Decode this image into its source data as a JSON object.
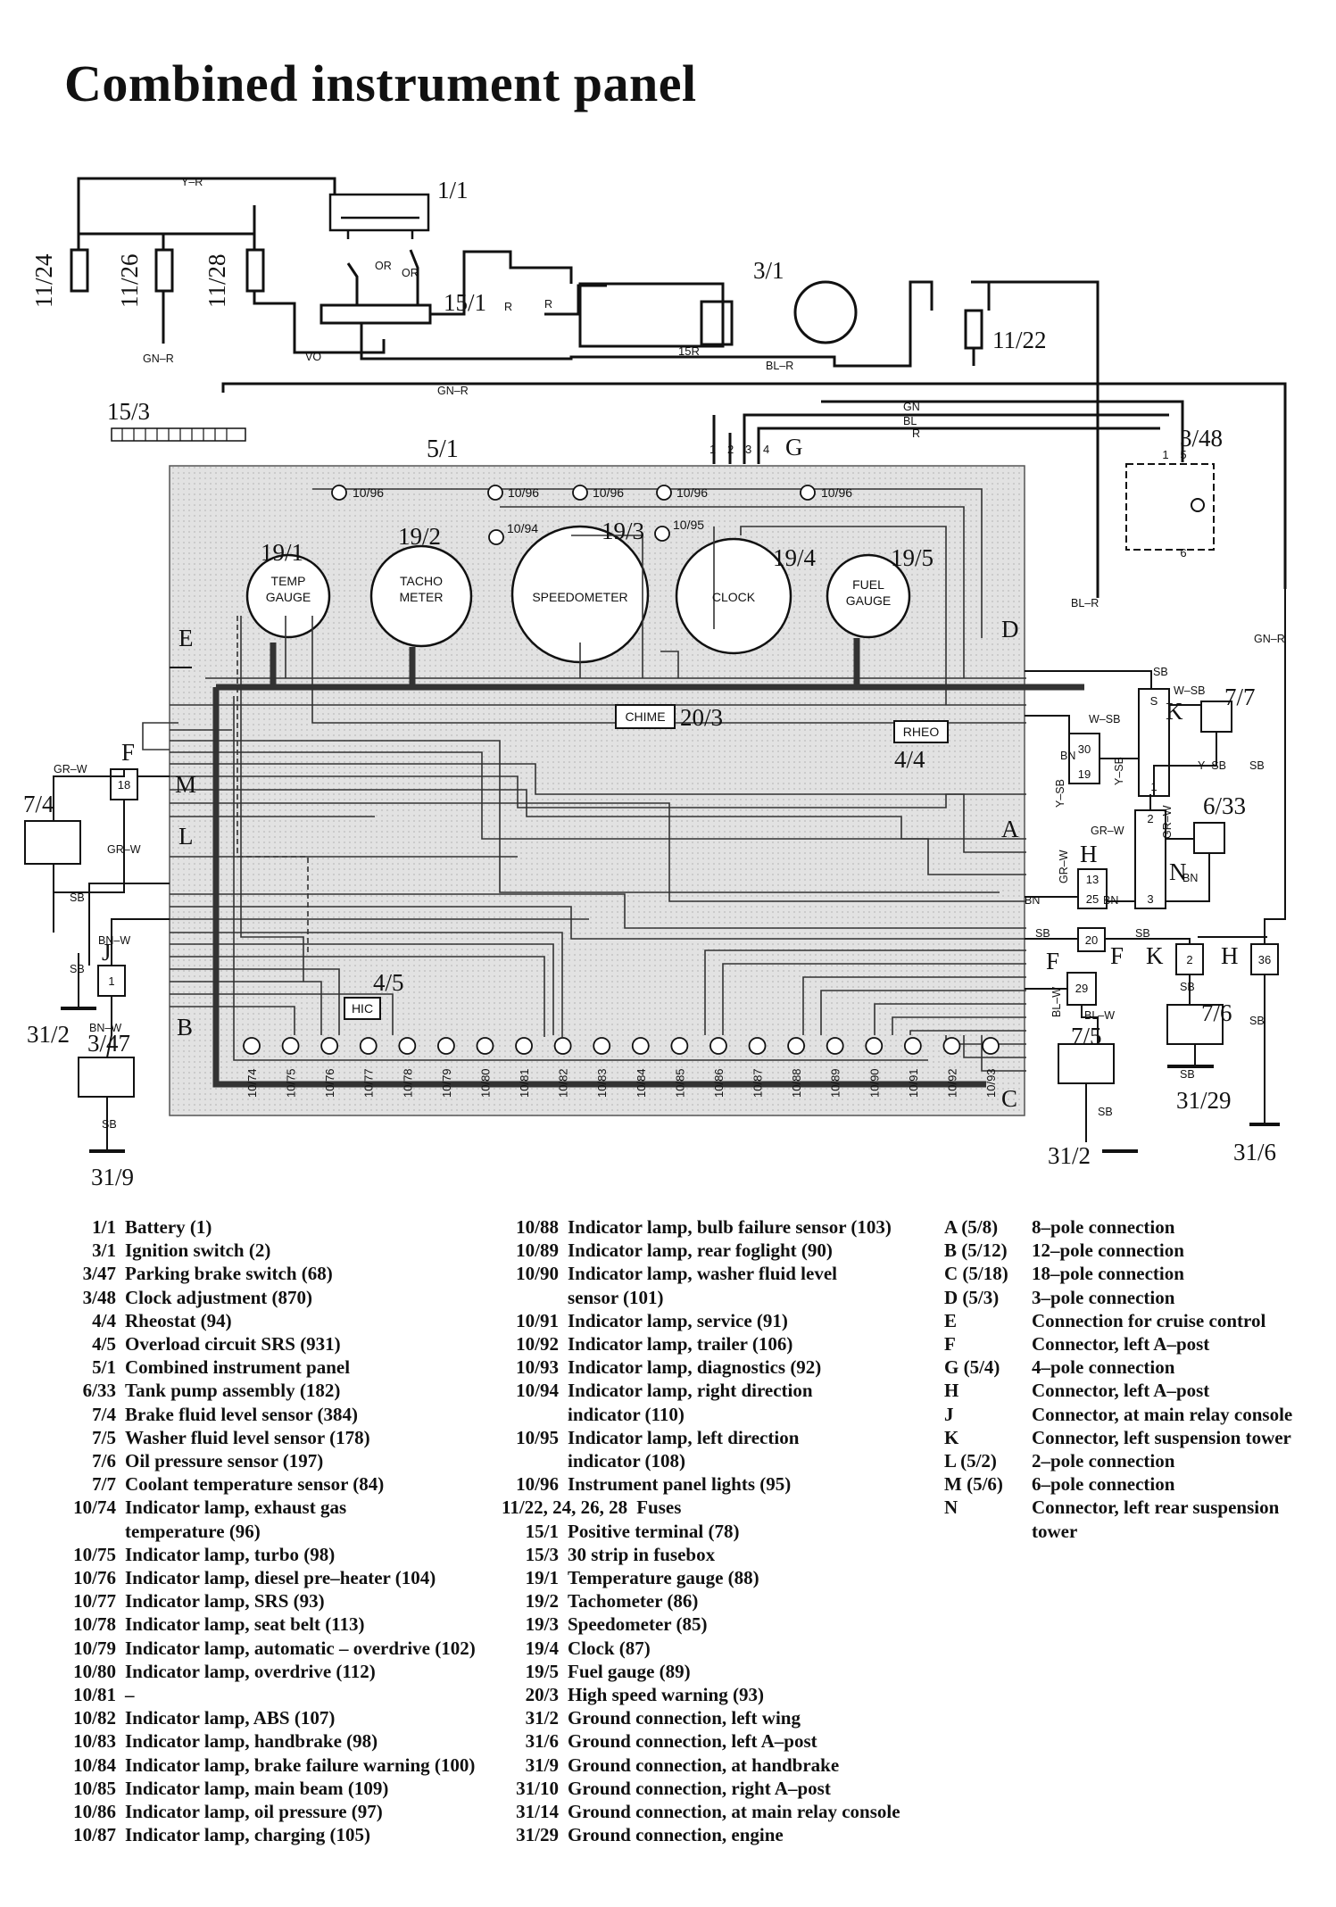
{
  "title": "Combined instrument panel",
  "diagram": {
    "components": {
      "battery": "1/1",
      "ignition": "3/1",
      "positive_terminal": "15/1",
      "strip_30": "15/3",
      "fuse_11_24": "11/24",
      "fuse_11_26": "11/26",
      "fuse_11_28": "11/28",
      "fuse_11_22": "11/22",
      "panel": "5/1",
      "clock_adj": "3/48",
      "brake_fluid": "7/4",
      "parking_brake": "3/47",
      "coolant": "7/7",
      "tank_pump": "6/33",
      "oil_pressure": "7/6",
      "washer": "7/5",
      "rheo_num": "4/4",
      "srs_num": "4/5",
      "chime_num": "20/3",
      "g_temp": "19/1",
      "g_tacho": "19/2",
      "g_speed": "19/3",
      "g_clock": "19/4",
      "g_fuel": "19/5",
      "gnd_left_wing_a": "31/2",
      "gnd_left_wing_b": "31/2",
      "gnd_handbrake": "31/9",
      "gnd_engine": "31/29",
      "gnd_left_apost": "31/6",
      "ign_15r": "15R"
    },
    "gauges": {
      "temp": "TEMP GAUGE",
      "tacho": "TACHO METER",
      "speed": "SPEEDOMETER",
      "clock": "CLOCK",
      "fuel": "FUEL GAUGE"
    },
    "boxes": {
      "chime": "CHIME",
      "rheo": "RHEO",
      "hic": "HIC"
    },
    "wires": {
      "y_r": "Y–R",
      "or1": "OR",
      "or2": "OR",
      "vo": "VO",
      "r1": "R",
      "r2": "R",
      "bl_r_top": "BL–R",
      "gn_r_left": "GN–R",
      "gn_r_top": "GN–R",
      "gn": "GN",
      "bl": "BL",
      "r3": "R",
      "bl_r_right": "BL–R",
      "gn_r_right": "GN–R",
      "gr_w1": "GR–W",
      "gr_w2": "GR–W",
      "sb1": "SB",
      "sb2": "SB",
      "bn_w": "BN–W",
      "bn_w2": "BN–W",
      "sb3": "SB",
      "sb_top": "SB",
      "w_sb1": "W–SB",
      "w_sb2": "W–SB",
      "y_sb1": "Y–SB",
      "y_sb2": "Y–SB",
      "y_sb3": "Y–SB",
      "gr_w3": "GR–W",
      "gr_w4": "GR–W",
      "bn1": "BN",
      "bn2": "BN",
      "bn3": "BN",
      "bn4": "BN",
      "sb4": "SB",
      "sb5": "SB",
      "bl_w": "BL–W",
      "bl_w2": "BL–W",
      "sb6": "SB",
      "sb7": "SB",
      "sb8": "SB",
      "sb9": "SB",
      "sb10": "SB"
    },
    "connectors": {
      "E": "E",
      "F": "F",
      "M": "M",
      "L": "L",
      "J": "J",
      "B": "B",
      "C": "C",
      "D": "D",
      "A": "A",
      "G": "G",
      "H": "H",
      "K": "K",
      "N": "N"
    },
    "small_boxes": {
      "f18": "18",
      "j1": "1",
      "c30": "30",
      "c19": "19",
      "c13": "13",
      "c25": "25",
      "c20": "20",
      "c29": "29",
      "k2": "2",
      "h36": "36",
      "ks": "S",
      "k1": "1",
      "n2": "2",
      "n3": "3",
      "cl1": "1",
      "cl5": "5",
      "cl6": "6"
    },
    "lamps_top": [
      "10/96",
      "10/96",
      "10/96",
      "10/96",
      "10/96"
    ],
    "lamp_94": "10/94",
    "lamp_95": "10/95",
    "lamps_bottom": [
      "10/74",
      "10/75",
      "10/76",
      "10/77",
      "10/78",
      "10/79",
      "10/80",
      "10/81",
      "10/82",
      "10/83",
      "10/84",
      "10/85",
      "10/86",
      "10/87",
      "10/88",
      "10/89",
      "10/90",
      "10/91",
      "10/92",
      "10/93"
    ],
    "pins_g": [
      "1",
      "2",
      "3",
      "4"
    ]
  },
  "legend": {
    "col1": [
      {
        "code": "1/1",
        "text": "Battery (1)"
      },
      {
        "code": "3/1",
        "text": "Ignition switch (2)"
      },
      {
        "code": "3/47",
        "text": "Parking brake switch (68)"
      },
      {
        "code": "3/48",
        "text": "Clock adjustment (870)"
      },
      {
        "code": "4/4",
        "text": "Rheostat (94)"
      },
      {
        "code": "4/5",
        "text": "Overload circuit SRS (931)"
      },
      {
        "code": "5/1",
        "text": "Combined instrument panel"
      },
      {
        "code": "6/33",
        "text": "Tank pump assembly (182)"
      },
      {
        "code": "7/4",
        "text": "Brake fluid level sensor (384)"
      },
      {
        "code": "7/5",
        "text": "Washer fluid level sensor (178)"
      },
      {
        "code": "7/6",
        "text": "Oil pressure sensor (197)"
      },
      {
        "code": "7/7",
        "text": "Coolant temperature sensor (84)"
      },
      {
        "code": "10/74",
        "text": "Indicator lamp, exhaust gas"
      },
      {
        "code": "",
        "text": "temperature (96)",
        "cont": true
      },
      {
        "code": "10/75",
        "text": "Indicator lamp, turbo (98)"
      },
      {
        "code": "10/76",
        "text": "Indicator lamp, diesel pre–heater (104)"
      },
      {
        "code": "10/77",
        "text": "Indicator lamp, SRS (93)"
      },
      {
        "code": "10/78",
        "text": "Indicator lamp, seat belt (113)"
      },
      {
        "code": "10/79",
        "text": "Indicator lamp, automatic – overdrive (102)"
      },
      {
        "code": "10/80",
        "text": "Indicator lamp, overdrive (112)"
      },
      {
        "code": "10/81",
        "text": "–"
      },
      {
        "code": "10/82",
        "text": "Indicator lamp, ABS (107)"
      },
      {
        "code": "10/83",
        "text": "Indicator lamp, handbrake (98)"
      },
      {
        "code": "10/84",
        "text": "Indicator lamp, brake failure warning (100)"
      },
      {
        "code": "10/85",
        "text": "Indicator lamp, main beam (109)"
      },
      {
        "code": "10/86",
        "text": "Indicator lamp, oil pressure (97)"
      },
      {
        "code": "10/87",
        "text": "Indicator lamp, charging (105)"
      }
    ],
    "col2": [
      {
        "code": "10/88",
        "text": "Indicator lamp, bulb failure sensor (103)"
      },
      {
        "code": "10/89",
        "text": "Indicator lamp, rear foglight (90)"
      },
      {
        "code": "10/90",
        "text": "Indicator lamp, washer fluid level"
      },
      {
        "code": "",
        "text": "sensor (101)",
        "cont": true
      },
      {
        "code": "10/91",
        "text": "Indicator lamp, service (91)"
      },
      {
        "code": "10/92",
        "text": "Indicator lamp, trailer (106)"
      },
      {
        "code": "10/93",
        "text": "Indicator lamp, diagnostics (92)"
      },
      {
        "code": "10/94",
        "text": "Indicator lamp, right direction"
      },
      {
        "code": "",
        "text": "indicator (110)",
        "cont": true
      },
      {
        "code": "10/95",
        "text": "Indicator lamp, left direction"
      },
      {
        "code": "",
        "text": "indicator (108)",
        "cont": true
      },
      {
        "code": "10/96",
        "text": "Instrument panel lights (95)"
      },
      {
        "code": "11/22, 24, 26, 28",
        "text": "Fuses",
        "wide": true
      },
      {
        "code": "15/1",
        "text": "Positive terminal (78)"
      },
      {
        "code": "15/3",
        "text": "30 strip in fusebox"
      },
      {
        "code": "19/1",
        "text": "Temperature gauge (88)"
      },
      {
        "code": "19/2",
        "text": "Tachometer (86)"
      },
      {
        "code": "19/3",
        "text": "Speedometer (85)"
      },
      {
        "code": "19/4",
        "text": "Clock (87)"
      },
      {
        "code": "19/5",
        "text": "Fuel gauge (89)"
      },
      {
        "code": "20/3",
        "text": "High speed warning (93)"
      },
      {
        "code": "31/2",
        "text": "Ground connection, left wing"
      },
      {
        "code": "31/6",
        "text": "Ground connection, left A–post"
      },
      {
        "code": "31/9",
        "text": "Ground connection, at handbrake"
      },
      {
        "code": "31/10",
        "text": "Ground connection, right A–post"
      },
      {
        "code": "31/14",
        "text": "Ground connection, at main relay console"
      },
      {
        "code": "31/29",
        "text": "Ground connection, engine"
      }
    ],
    "col3": [
      {
        "code": "A (5/8)",
        "text": "8–pole connection"
      },
      {
        "code": "B (5/12)",
        "text": "12–pole connection"
      },
      {
        "code": "C (5/18)",
        "text": "18–pole connection"
      },
      {
        "code": "D (5/3)",
        "text": "3–pole connection"
      },
      {
        "code": "E",
        "text": "Connection for cruise control"
      },
      {
        "code": "F",
        "text": "Connector, left A–post"
      },
      {
        "code": "G (5/4)",
        "text": "4–pole connection"
      },
      {
        "code": "H",
        "text": "Connector, left A–post"
      },
      {
        "code": "J",
        "text": "Connector, at main relay console"
      },
      {
        "code": "K",
        "text": "Connector, left suspension tower"
      },
      {
        "code": "L (5/2)",
        "text": "2–pole connection"
      },
      {
        "code": "M (5/6)",
        "text": "6–pole connection"
      },
      {
        "code": "N",
        "text": "Connector, left rear suspension"
      },
      {
        "code": "",
        "text": "tower",
        "cont": true
      }
    ]
  }
}
